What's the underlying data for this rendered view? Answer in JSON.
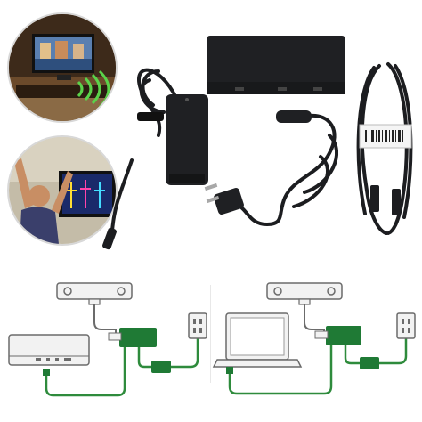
{
  "product_photo": {
    "components": [
      "kinect-adapter-box",
      "power-supply-brick",
      "ac-power-plug",
      "usb-extension-cable"
    ]
  },
  "scenes": {
    "top_circle": {
      "depicts": "tv-living-room"
    },
    "bottom_circle": {
      "depicts": "motion-tracking-player"
    }
  },
  "diagrams": {
    "left": {
      "console": "xbox-one-s",
      "icons": [
        "kinect-sensor-icon",
        "adapter-icon",
        "power-brick-icon",
        "wall-outlet-icon"
      ]
    },
    "right": {
      "console": "laptop-pc",
      "icons": [
        "kinect-sensor-icon",
        "adapter-icon",
        "power-brick-icon",
        "wall-outlet-icon"
      ]
    }
  },
  "colors": {
    "product_black": "#1c1d20",
    "diagram_green": "#1f7a35",
    "diagram_line": "#2e8b3c",
    "device_outline": "#6b6b6b",
    "device_fill": "#f2f2f2"
  }
}
